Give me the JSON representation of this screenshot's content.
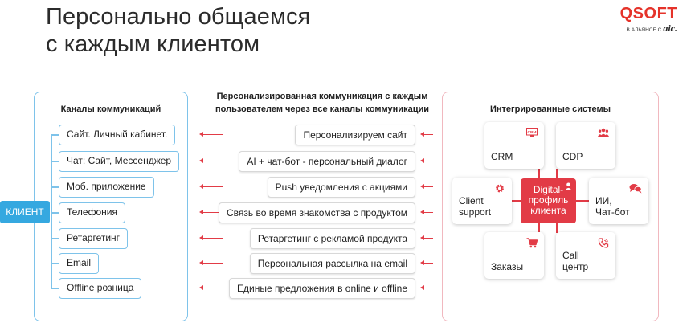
{
  "title": {
    "line1": "Персонально общаемся",
    "line2": "с каждым клиентом"
  },
  "logo": {
    "brand": "QSOFT",
    "alliance_prefix": "В АЛЬЯНСЕ С",
    "alliance_brand": "aic."
  },
  "client_label": "КЛИЕНТ",
  "channels": {
    "title": "Каналы коммуникаций",
    "items": [
      "Сайт. Личный кабинет.",
      "Чат: Сайт, Мессенджер",
      "Моб. приложение",
      "Телефония",
      "Ретаргетинг",
      "Email",
      "Offline розница"
    ]
  },
  "middle": {
    "title_line1": "Персонализированная коммуникация с каждым",
    "title_line2": "пользователем через все каналы коммуникации",
    "items": [
      "Персонализируем сайт",
      "AI + чат-бот - персональный диалог",
      "Push уведомления с акциями",
      "Связь во время знакомства с продуктом",
      "Ретаргетинг с рекламой продукта",
      "Персональная рассылка на email",
      "Единые предложения в online и offline"
    ]
  },
  "systems": {
    "title": "Интегрированные системы",
    "crm": "CRM",
    "crm_icon_text": "CRM",
    "cdp": "CDP",
    "support_line1": "Client",
    "support_line2": "support",
    "ai_line1": "ИИ,",
    "ai_line2": "Чат-бот",
    "orders": "Заказы",
    "call_line1": "Call",
    "call_line2": "центр",
    "center_line1": "Digital-",
    "center_line2": "профиль",
    "center_line3": "клиента"
  },
  "colors": {
    "blue": "#35a8e0",
    "light_blue": "#7ec3ea",
    "red": "#e23b46",
    "pink_border": "#f1b8bf"
  },
  "icons": [
    "crm-monitor-icon",
    "users-group-icon",
    "gear-icon",
    "chat-bubbles-icon",
    "user-icon",
    "cart-icon",
    "phone-icon"
  ]
}
